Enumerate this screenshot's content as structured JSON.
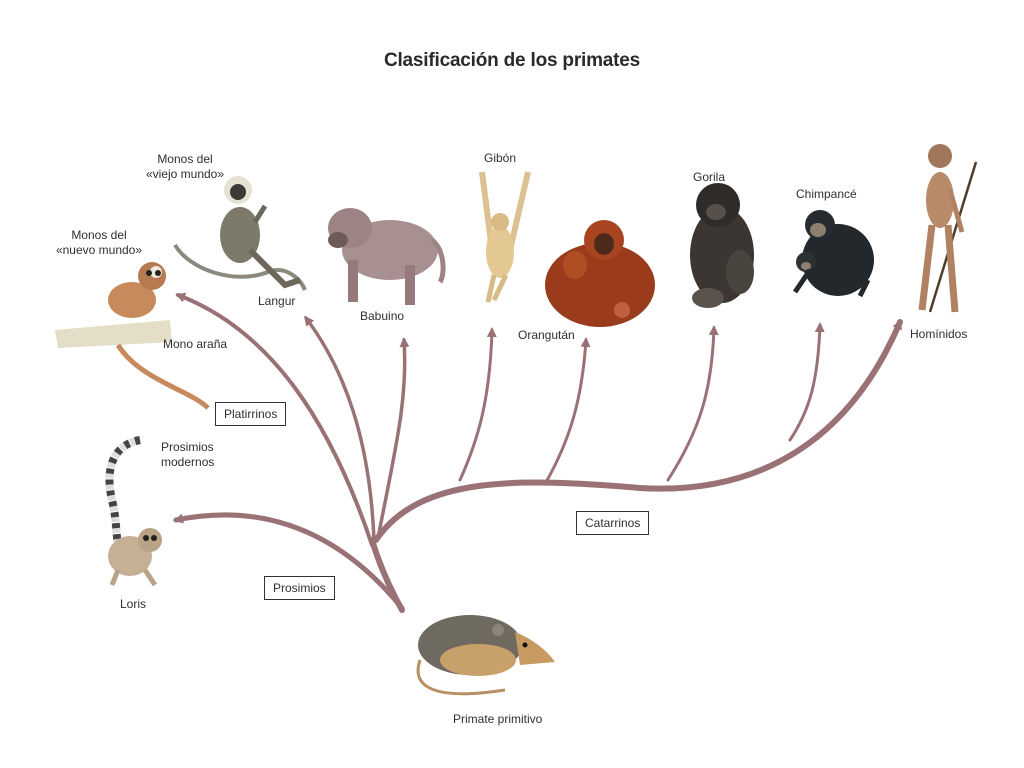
{
  "title": "Clasificación de los primates",
  "colors": {
    "branch": "#9a7275",
    "label": "#2f2f2f"
  },
  "labels": {
    "monos_viejo_line1": "Monos del",
    "monos_viejo_line2": "«viejo mundo»",
    "monos_nuevo_line1": "Monos del",
    "monos_nuevo_line2": "«nuevo mundo»",
    "mono_arana": "Mono araña",
    "langur": "Langur",
    "babuino": "Babuino",
    "gibon": "Gibón",
    "orangutan": "Orangután",
    "gorila": "Gorila",
    "chimpance": "Chimpancé",
    "hominidos": "Homínidos",
    "prosimios_modernos_line1": "Prosimios",
    "prosimios_modernos_line2": "modernos",
    "loris": "Loris",
    "primate_primitivo": "Primate primitivo"
  },
  "groups": {
    "platirrinos": "Platirrinos",
    "catarrinos": "Catarrinos",
    "prosimios": "Prosimios"
  },
  "illustrations": [
    "langur-illustration",
    "spider-monkey-illustration",
    "baboon-illustration",
    "gibbon-illustration",
    "orangutan-illustration",
    "gorilla-illustration",
    "chimpanzee-illustration",
    "hominid-illustration",
    "lemur-illustration",
    "early-primate-illustration"
  ]
}
